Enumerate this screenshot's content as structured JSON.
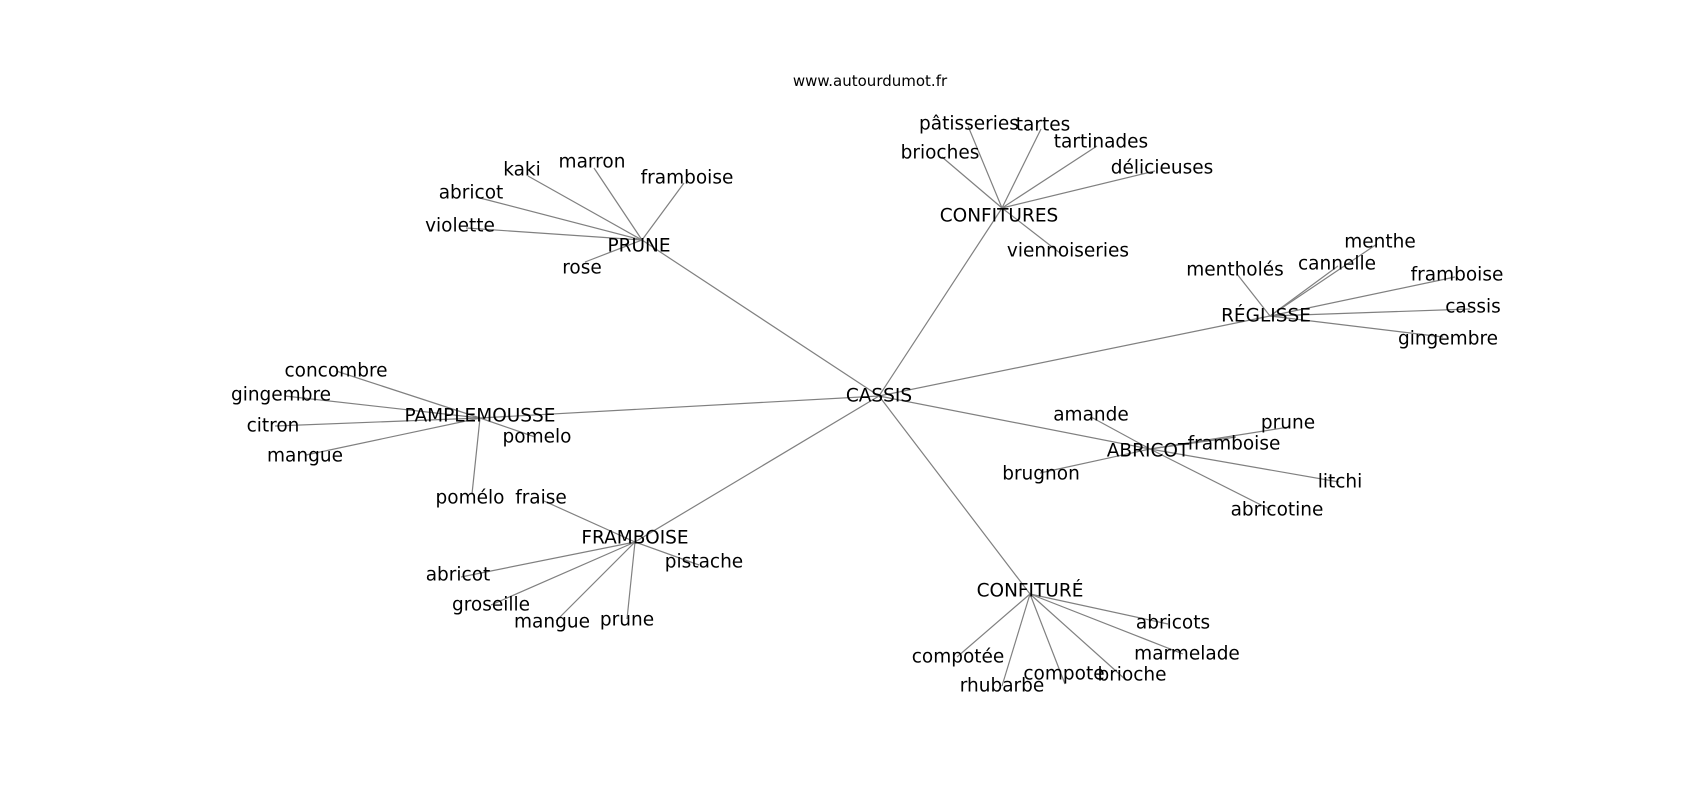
{
  "header": {
    "source": "www.autourdumot.fr"
  },
  "colors": {
    "edge": "#808080",
    "text": "#000000",
    "background": "#ffffff"
  },
  "graph": {
    "center": "CASSIS",
    "groups": [
      {
        "hub": "PRUNE",
        "leaves": [
          "kaki",
          "marron",
          "framboise",
          "abricot",
          "violette",
          "rose"
        ]
      },
      {
        "hub": "CONFITURES",
        "hub_label": "CONFITURES",
        "leaves": [
          "pâtisseries",
          "tartes",
          "brioches",
          "tartinades",
          "délicieuses",
          "viennoiseries"
        ]
      },
      {
        "hub": "RÉGLISSE",
        "leaves": [
          "menthe",
          "mentholés",
          "cannelle",
          "framboise",
          "cassis",
          "gingembre"
        ]
      },
      {
        "hub": "PAMPLEMOUSSE",
        "leaves": [
          "concombre",
          "gingembre",
          "citron",
          "mangue",
          "pomelo",
          "pomélo"
        ]
      },
      {
        "hub": "ABRICOT",
        "leaves": [
          "amande",
          "prune",
          "framboise",
          "brugnon",
          "litchi",
          "abricotine"
        ]
      },
      {
        "hub": "FRAMBOISE",
        "leaves": [
          "fraise",
          "pistache",
          "abricot",
          "groseille",
          "mangue",
          "prune"
        ]
      },
      {
        "hub": "CONFITURÉ",
        "leaves": [
          "abricots",
          "marmelade",
          "compotée",
          "compote",
          "brioche",
          "rhubarbe"
        ]
      }
    ]
  }
}
